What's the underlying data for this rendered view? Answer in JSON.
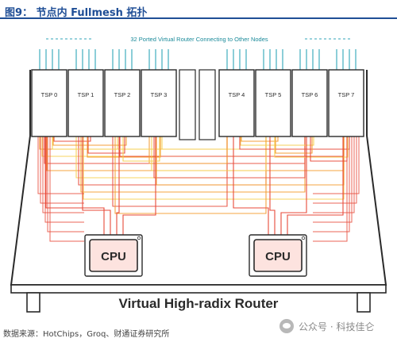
{
  "figure": {
    "title": "图9： 节点内 Fullmesh 拓扑",
    "source": "数据来源：HotChips，Groq、财通证券研究所",
    "watermark": "公众号 · 科技佳仑"
  },
  "diagram": {
    "top_label": "32 Ported Virtual Router Connecting to Other Nodes",
    "tsp_labels": [
      "TSP 0",
      "TSP 1",
      "TSP 2",
      "TSP 3",
      "TSP 4",
      "TSP 5",
      "TSP 6",
      "TSP 7"
    ],
    "cpu_labels": [
      "CPU",
      "CPU"
    ],
    "router_label": "Virtual High-radix Router",
    "colors": {
      "title": "#1f4e96",
      "box_border": "#2a2a2a",
      "dashed_line": "#5ab8c8",
      "link_red": "#e84a3a",
      "link_orange": "#f39a2e",
      "link_yellow": "#f6cf4f",
      "cpu_fill": "#fde3df"
    }
  }
}
